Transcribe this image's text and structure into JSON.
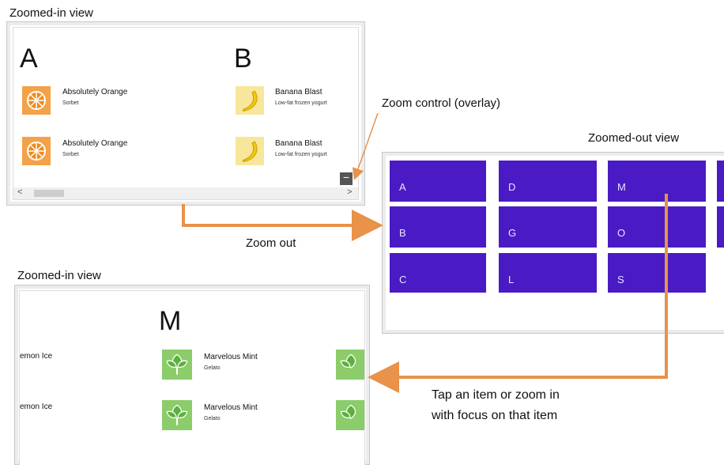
{
  "top_view": {
    "caption": "Zoomed-in view",
    "groups": [
      {
        "letter": "A",
        "items": [
          {
            "title": "Absolutely Orange",
            "subtitle": "Sorbet",
            "icon": "orange-slice-icon"
          },
          {
            "title": "Absolutely Orange",
            "subtitle": "Sorbet",
            "icon": "orange-slice-icon"
          }
        ]
      },
      {
        "letter": "B",
        "items": [
          {
            "title": "Banana Blast",
            "subtitle": "Low-fat frozen yogurt",
            "icon": "banana-icon"
          },
          {
            "title": "Banana Blast",
            "subtitle": "Low-fat frozen yogurt",
            "icon": "banana-icon"
          }
        ]
      }
    ],
    "zoom_button": "−",
    "scroll_left": "<",
    "scroll_right": ">"
  },
  "zoom_control_label": "Zoom control (overlay)",
  "zoomed_out": {
    "caption": "Zoomed-out view",
    "tiles": [
      "A",
      "D",
      "M",
      "B",
      "G",
      "O",
      "C",
      "L",
      "S"
    ],
    "tile_color": "#4a1bc4"
  },
  "zoom_out_label": "Zoom out",
  "bottom_view": {
    "caption": "Zoomed-in view",
    "letter": "M",
    "left_items": [
      "emon Ice",
      "emon Ice"
    ],
    "items": [
      {
        "title": "Marvelous Mint",
        "subtitle": "Gelato",
        "icon": "mint-leaf-icon"
      },
      {
        "title": "Marvelous Mint",
        "subtitle": "Gelato",
        "icon": "mint-leaf-icon"
      }
    ]
  },
  "tap_label_line1": "Tap an item or zoom in",
  "tap_label_line2": "with focus on that item",
  "arrow_color": "#e8924a"
}
